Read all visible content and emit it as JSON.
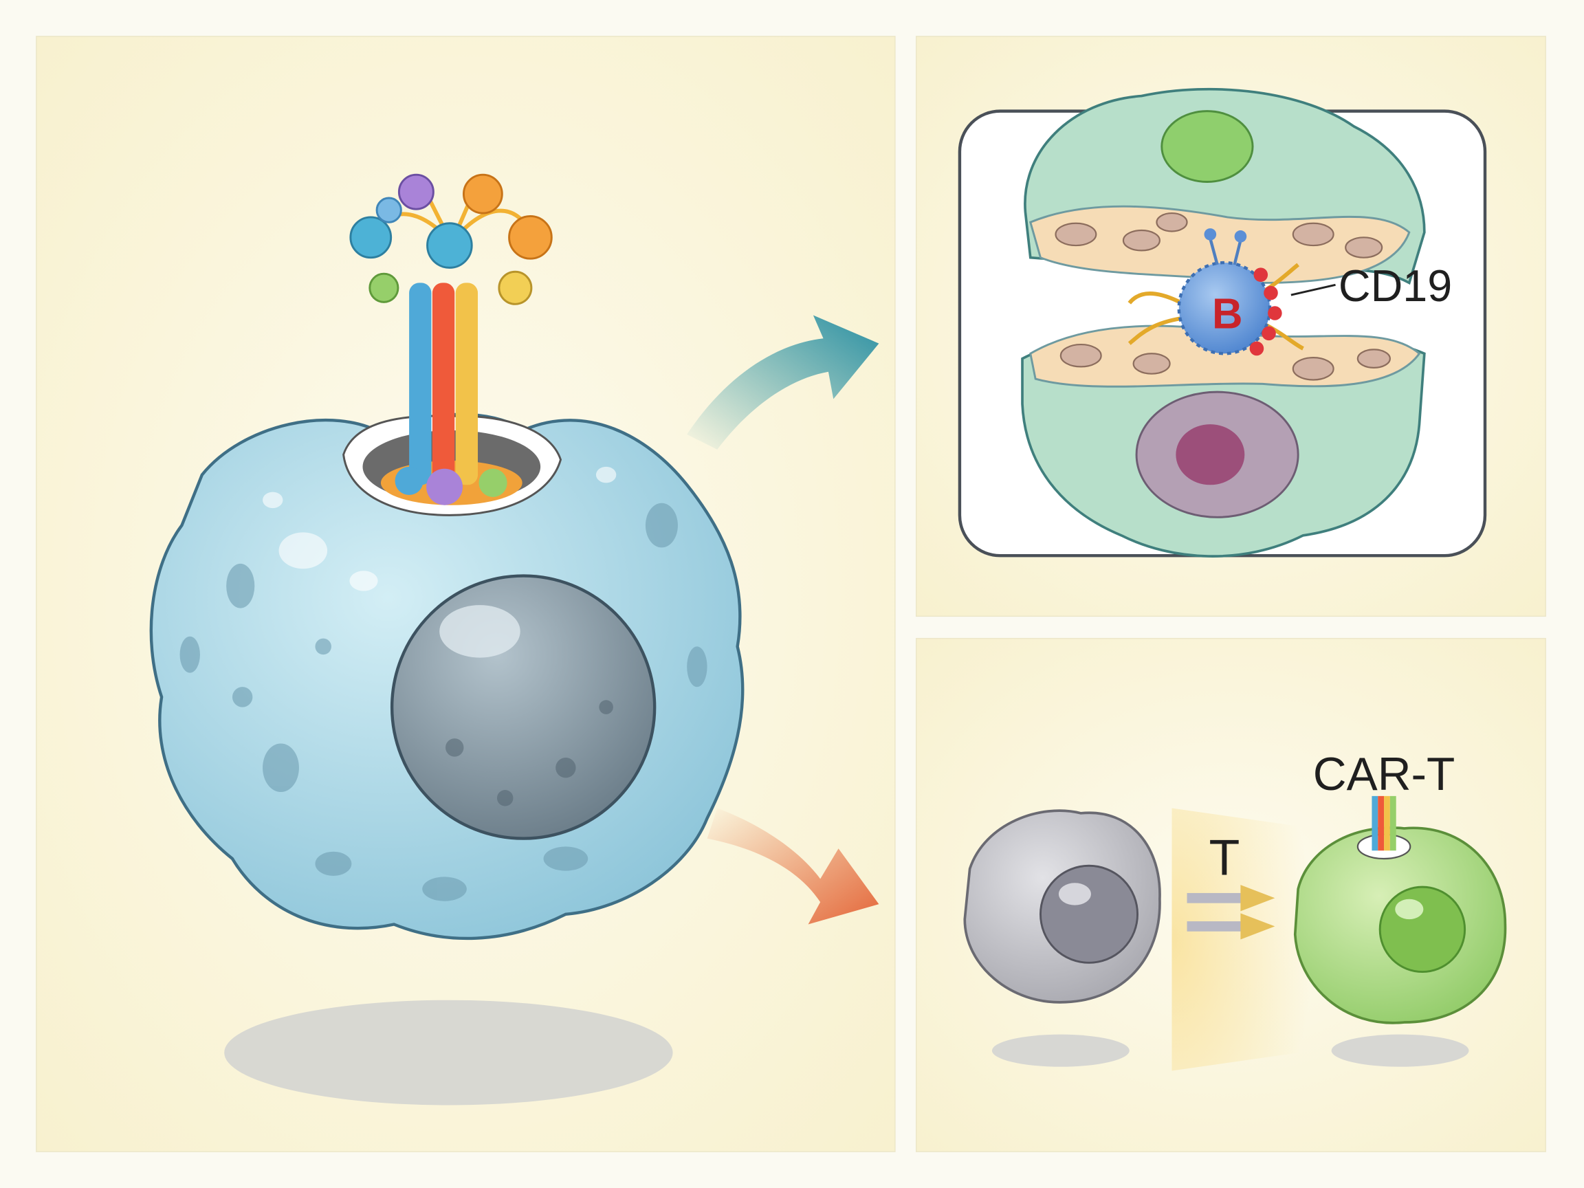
{
  "labels": {
    "b_cell": "B",
    "antigen": "CD19",
    "t_cell": "T",
    "car_t": "CAR-T"
  },
  "colors": {
    "background": "#fbfaf2",
    "panel": "#fbf7df",
    "t_cell_body": "#a9d6e6",
    "nucleus": "#7d8d99",
    "arrow_top": "#2a93a0",
    "arrow_bottom": "#e4703a",
    "b_cell": "#5b8fd6",
    "cd19": "#e0363c",
    "car_t_body": "#a9d97f"
  }
}
